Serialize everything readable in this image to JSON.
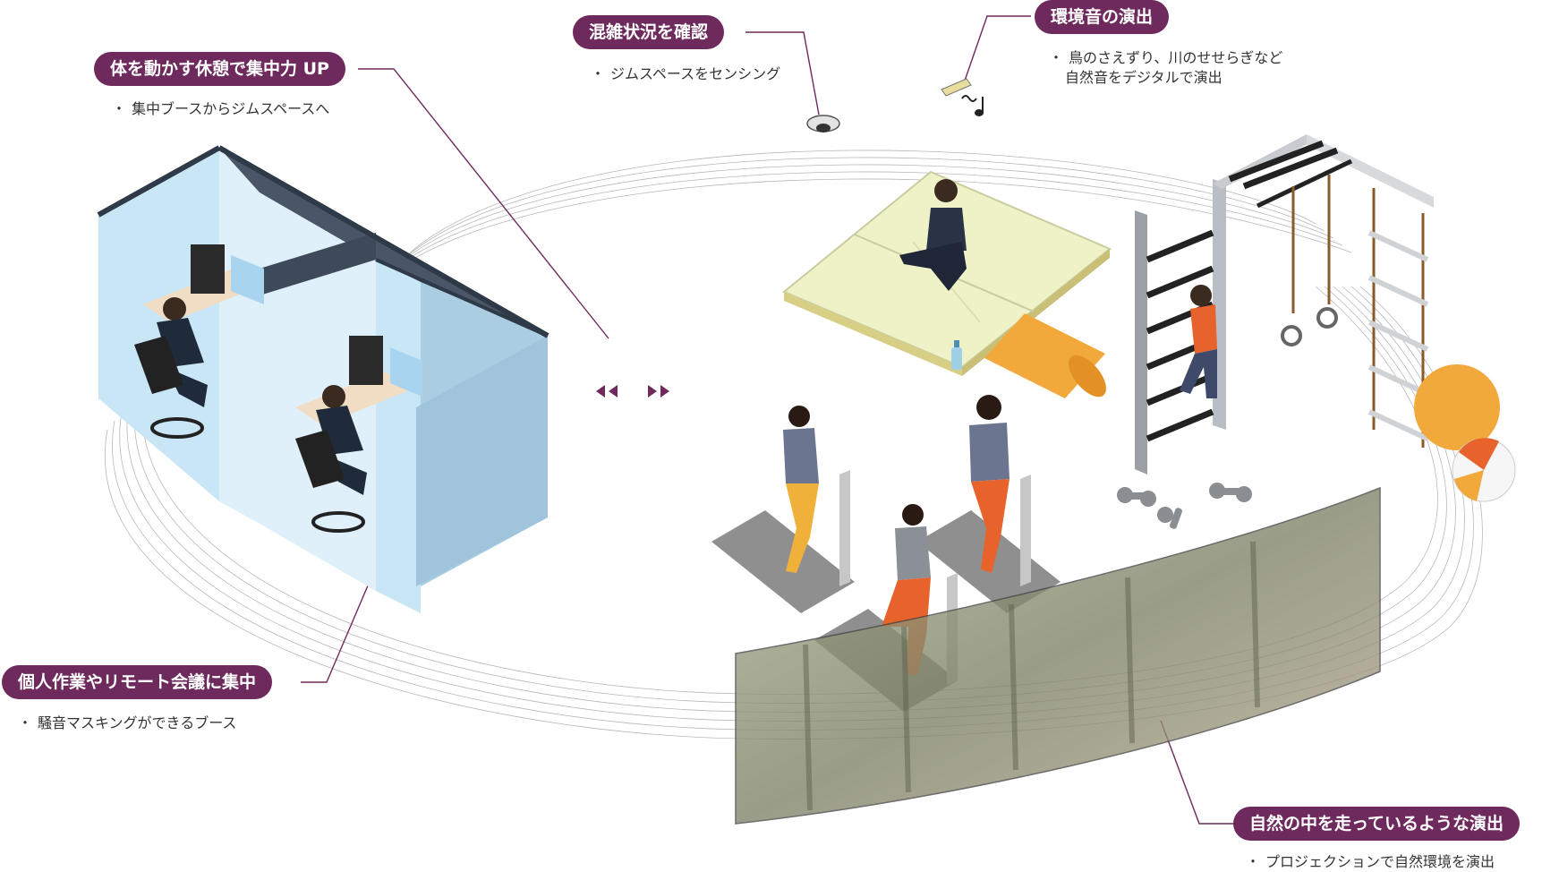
{
  "colors": {
    "accent": "#6e2a5c",
    "booth_wall": "#c9e6f6",
    "booth_edge": "#3e4a5a",
    "mat": "#eef2c6",
    "yoga_mat": "#f2a93b",
    "shirt_orange": "#e8632b",
    "pants_yellow": "#f0b13a",
    "gray_machine": "#9a9a9a"
  },
  "icons": [
    "sensor-camera-icon",
    "speaker-icon",
    "music-note-icon",
    "arrow-left-icon",
    "arrow-right-icon"
  ],
  "callouts": {
    "focus_break": {
      "title": "体を動かす休憩で集中力 UP",
      "note": "集中ブースからジムスペースへ"
    },
    "congestion": {
      "title": "混雑状況を確認",
      "note": "ジムスペースをセンシング"
    },
    "ambient_sound": {
      "title": "環境音の演出",
      "note_line1": "鳥のさえずり、川のせせらぎなど",
      "note_line2": "自然音をデジタルで演出"
    },
    "booth": {
      "title": "個人作業やリモート会議に集中",
      "note": "騒音マスキングができるブース"
    },
    "projection": {
      "title": "自然の中を走っているような演出",
      "note": "プロジェクションで自然環境を演出"
    }
  },
  "bullet": "・"
}
